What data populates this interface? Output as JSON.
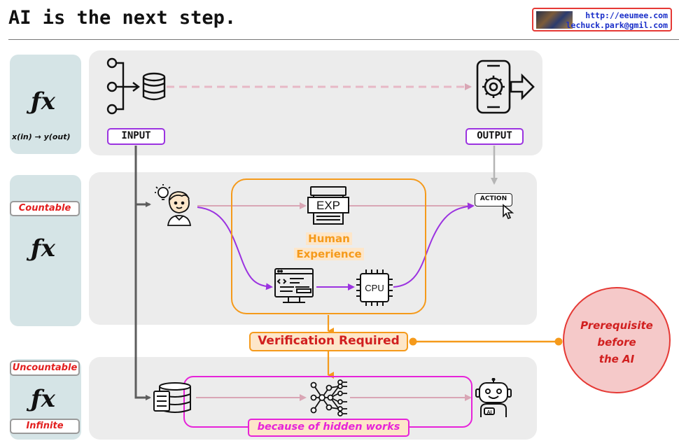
{
  "header": {
    "title": "AI is the next step.",
    "contact_url": "http://eeumee.com",
    "contact_email": "lechuck.park@gmil.com"
  },
  "side": {
    "fx_symbol": "ƒx",
    "row1_caption": "x(in) → y(out)",
    "row2_tag": "Countable",
    "row3_tag_top": "Uncountable",
    "row3_tag_bottom": "Infinite"
  },
  "row1": {
    "input_label": "INPUT",
    "output_label": "OUTPUT"
  },
  "row2": {
    "exp_label": "EXP",
    "human_experience_line1": "Human",
    "human_experience_line2": "Experience",
    "cpu_label": "CPU",
    "action_label": "ACTION"
  },
  "verification": "Verification Required",
  "prerequisite": {
    "line1": "Prerequisite",
    "line2": "before",
    "line3": "the AI"
  },
  "row3": {
    "hidden_works": "because of hidden works",
    "robot_badge": "AI"
  },
  "colors": {
    "purple": "#9b33e0",
    "orange": "#f59a1b",
    "magenta": "#e623d9",
    "red": "#e21f1f",
    "panel_gray": "#ececec",
    "side_teal": "#d5e4e6",
    "arrow_pink": "#d9a6b5"
  }
}
